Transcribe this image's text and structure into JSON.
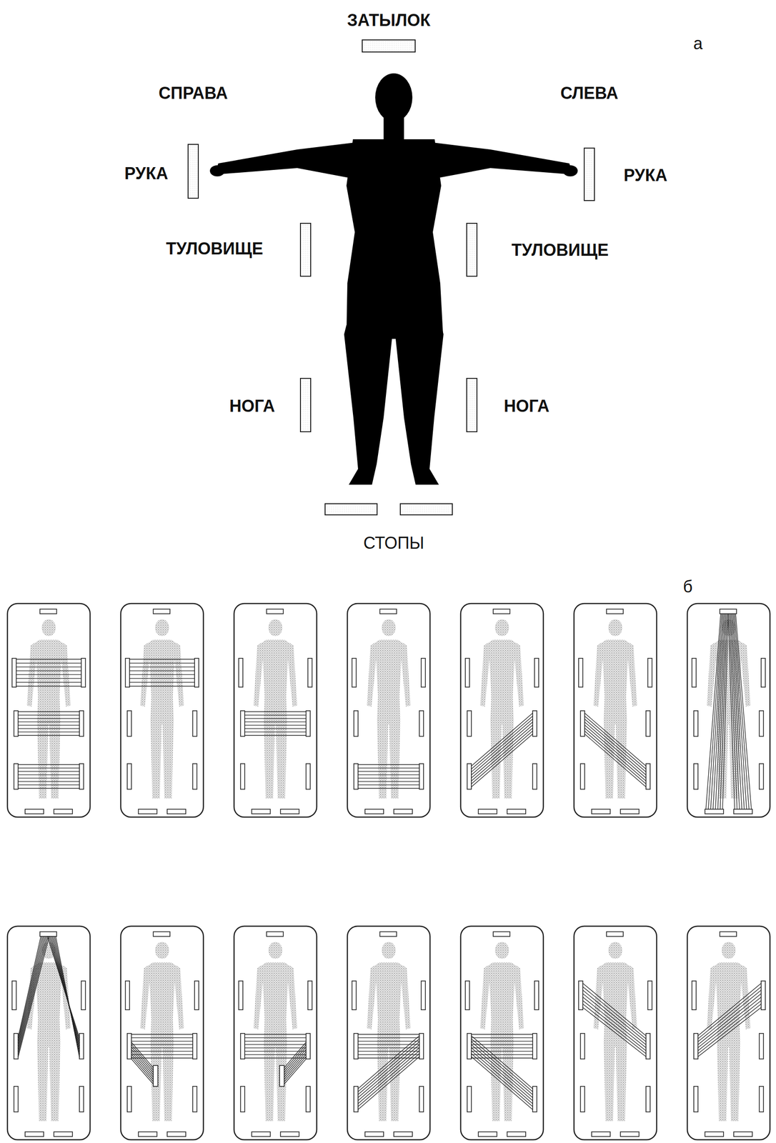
{
  "diagram": {
    "labels": [
      "ЗАТЫЛОК",
      "а",
      "СПРАВА",
      "СЛЕВА",
      "РУКА",
      "РУКА",
      "ТУЛОВИЩЕ",
      "ТУЛОВИЩЕ",
      "НОГА",
      "НОГА",
      "СТОПЫ",
      "б"
    ]
  }
}
